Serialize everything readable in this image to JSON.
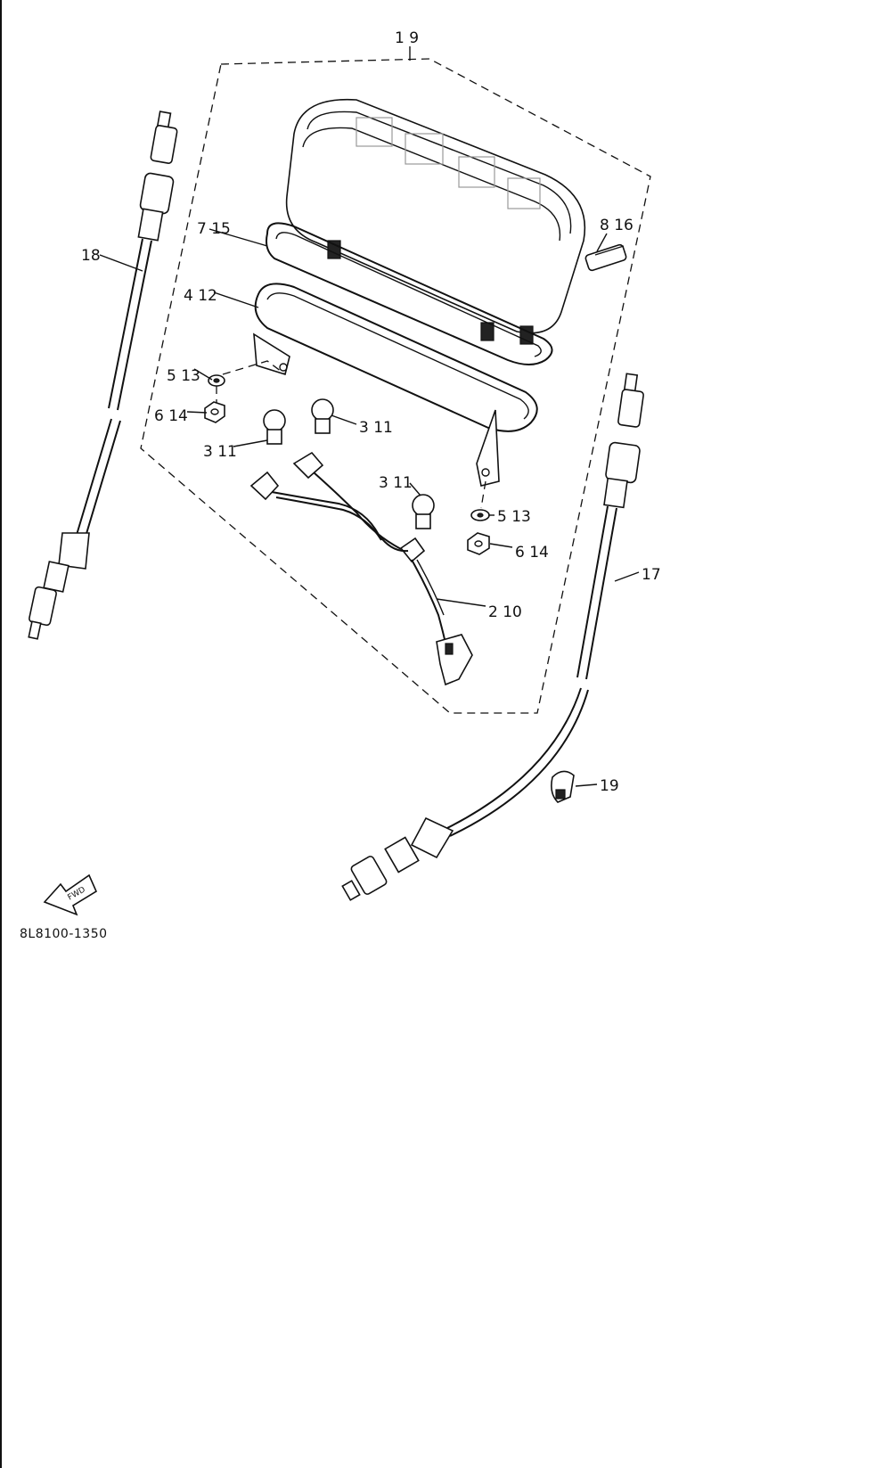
{
  "labels": {
    "assembly": "1 9",
    "meter_lens": "8 16",
    "gasket_upper": "7 15",
    "gasket_lower": "4 12",
    "washer_left": "5 13",
    "nut_left": "6 14",
    "bulb_a": "3 11",
    "bulb_b": "3 11",
    "bulb_c": "3 11",
    "washer_right": "5 13",
    "nut_right": "6 14",
    "harness": "2 10",
    "cable_right": "17",
    "cable_left": "18",
    "clamp": "19"
  },
  "fwd_arrow_text": "FWD",
  "caption": "8L8100-1350"
}
